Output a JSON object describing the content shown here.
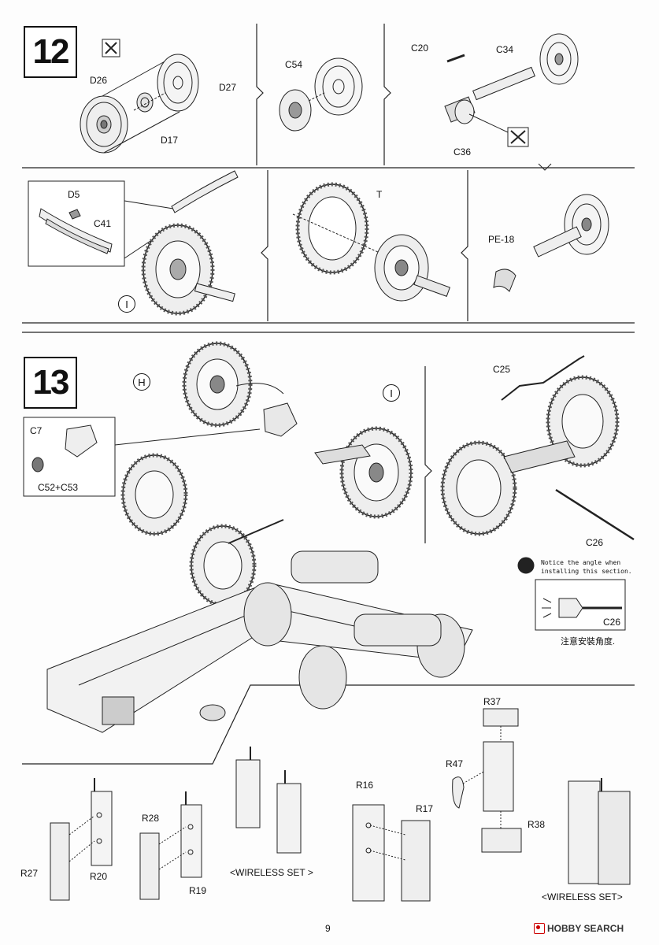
{
  "page_number": "9",
  "watermark": "HOBBY SEARCH",
  "steps": {
    "step12": {
      "number": "12",
      "labels": {
        "D26": "D26",
        "D27": "D27",
        "D17": "D17",
        "C54": "C54",
        "C20": "C20",
        "C34": "C34",
        "C36": "C36",
        "D5": "D5",
        "C41": "C41",
        "T": "T",
        "PE18": "PE-18",
        "marker_I": "I"
      }
    },
    "step13": {
      "number": "13",
      "labels": {
        "C7": "C7",
        "C52_C53": "C52+C53",
        "C25": "C25",
        "C26": "C26",
        "C26_detail": "C26",
        "marker_H": "H",
        "marker_I": "I"
      },
      "notice_line1": "Notice the angle when",
      "notice_line2": "installing this section.",
      "notice_cjk": "注意安裝角度."
    },
    "wireless": {
      "labels": {
        "R27": "R27",
        "R20": "R20",
        "R28": "R28",
        "R19": "R19",
        "R16": "R16",
        "R17": "R17",
        "R37": "R37",
        "R47": "R47",
        "R38": "R38"
      },
      "wireless_set_1": "<WIRELESS SET >",
      "wireless_set_2": "<WIRELESS SET>"
    }
  }
}
